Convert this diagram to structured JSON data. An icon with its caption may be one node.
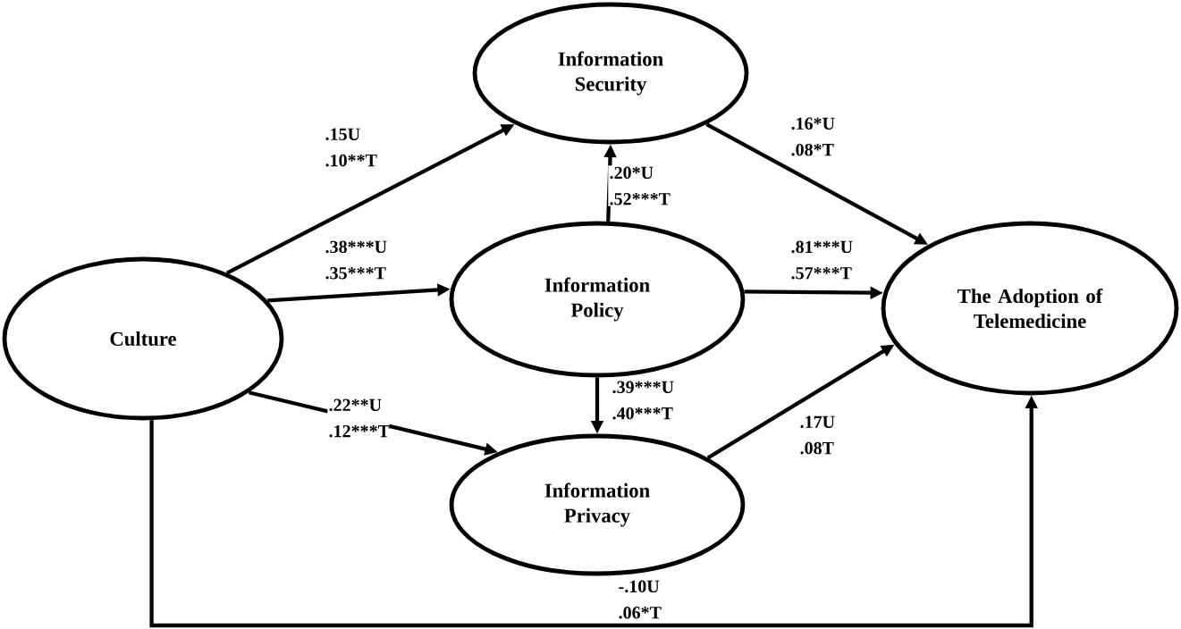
{
  "diagram": {
    "nodes": [
      {
        "text": [
          "Culture"
        ]
      },
      {
        "text": [
          "Information Security"
        ]
      },
      {
        "text": [
          "Information Policy"
        ]
      },
      {
        "text": [
          "The Adoption of Telemedicine"
        ]
      },
      {
        "text": [
          "Information Privacy"
        ]
      }
    ],
    "edges": [
      {
        "from": 0,
        "to": 1,
        "arrow": "to",
        "label": ".15U .10**T"
      },
      {
        "from": 0,
        "to": 2,
        "arrow": "to",
        "label": ".38***U .35***T"
      },
      {
        "from": 0,
        "to": 4,
        "arrow": "to",
        "label": ".22**U .12***T"
      },
      {
        "from": 0,
        "to": 3,
        "arrow": "to",
        "label": "-.10U .06*T"
      },
      {
        "from": 2,
        "to": 1,
        "arrow": "to",
        "label": ".20*U .52***T"
      },
      {
        "from": 2,
        "to": 4,
        "arrow": "to",
        "label": ".39***U .40***T"
      },
      {
        "from": 1,
        "to": 3,
        "arrow": "to",
        "label": ".16*U .08*T"
      },
      {
        "from": 2,
        "to": 3,
        "arrow": "to",
        "label": ".81***U .57***T"
      },
      {
        "from": 4,
        "to": 3,
        "arrow": "to",
        "label": ".17U .08T"
      }
    ]
  }
}
